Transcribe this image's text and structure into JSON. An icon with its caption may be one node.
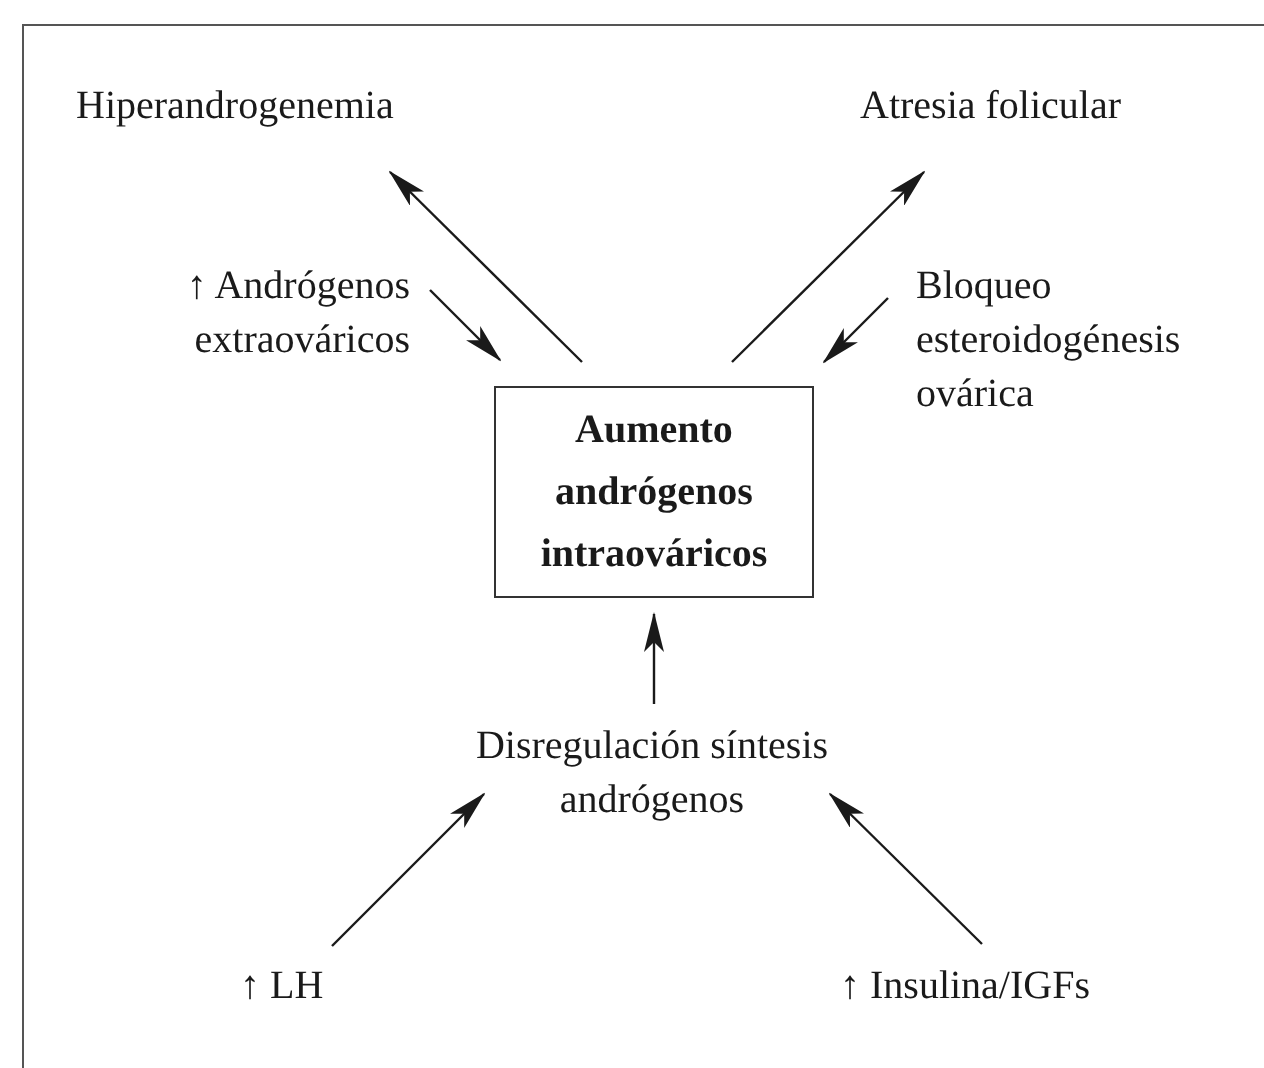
{
  "diagram": {
    "nodes": [
      {
        "text": [
          "Hiperandrogenemia"
        ]
      },
      {
        "text": [
          "Atresia folicular"
        ]
      },
      {
        "text": [
          "↑ Andrógenos extraováricos"
        ]
      },
      {
        "text": [
          "Bloqueo esteroidogénesis ovárica"
        ]
      },
      {
        "text": [
          "Aumento andrógenos intraováricos"
        ]
      },
      {
        "text": [
          "Disregulación síntesis andrógenos"
        ]
      },
      {
        "text": [
          "↑ LH"
        ]
      },
      {
        "text": [
          "↑ Insulina/IGFs"
        ]
      }
    ],
    "edges": [
      {
        "from": 4,
        "to": 0,
        "arrow": "to"
      },
      {
        "from": 4,
        "to": 1,
        "arrow": "to"
      },
      {
        "from": 2,
        "to": 4,
        "arrow": "to"
      },
      {
        "from": 3,
        "to": 4,
        "arrow": "to"
      },
      {
        "from": 5,
        "to": 4,
        "arrow": "to"
      },
      {
        "from": 6,
        "to": 5,
        "arrow": "to"
      },
      {
        "from": 7,
        "to": 5,
        "arrow": "to"
      }
    ]
  }
}
